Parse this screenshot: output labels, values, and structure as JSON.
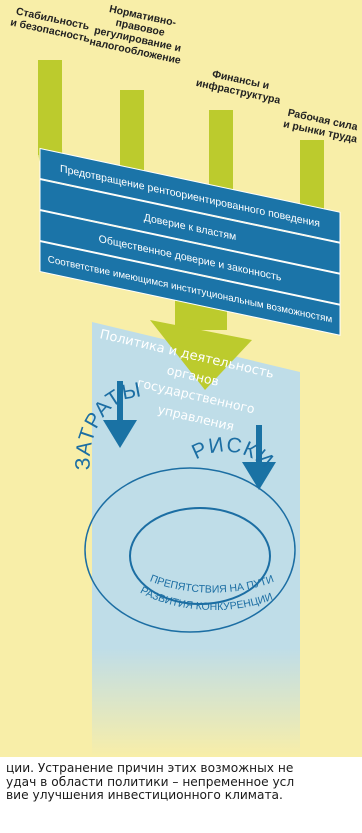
{
  "colors": {
    "background": "#f8eea8",
    "arrow": "#bccb2d",
    "band": "#1b74a8",
    "panel": "#bfdde8",
    "panel_dark": "#1a72a4",
    "ring": "#1c6ea3"
  },
  "categories": [
    {
      "lines": [
        "Стабильность",
        "и безопасность"
      ]
    },
    {
      "lines": [
        "Нормативно-",
        "правовое",
        "регулирование и",
        "налогообложение"
      ]
    },
    {
      "lines": [
        "Финансы и",
        "инфраструктура"
      ]
    },
    {
      "lines": [
        "Рабочая сила",
        "и рынки труда"
      ]
    }
  ],
  "bands": [
    "Предотвращение рентоориентированного поведения",
    "Доверие к властям",
    "Общественное доверие и законность",
    "Соответствие имеющимся институциональным возможностям"
  ],
  "panel": {
    "title_lines": [
      "Политика и деятельность",
      "органов",
      "государственного",
      "управления"
    ],
    "outer_left": "ЗАТРАТЫ",
    "outer_right": "РИСКИ",
    "inner_lines": [
      "ПРЕПЯТСТВИЯ НА ПУТИ",
      "РАЗВИТИЯ КОНКУРЕНЦИИ"
    ]
  },
  "caption_lines": [
    "ции. Устранение причин этих возможных не",
    "удач в области политики – непременное усл",
    "вие улучшения инвестиционного климата."
  ]
}
